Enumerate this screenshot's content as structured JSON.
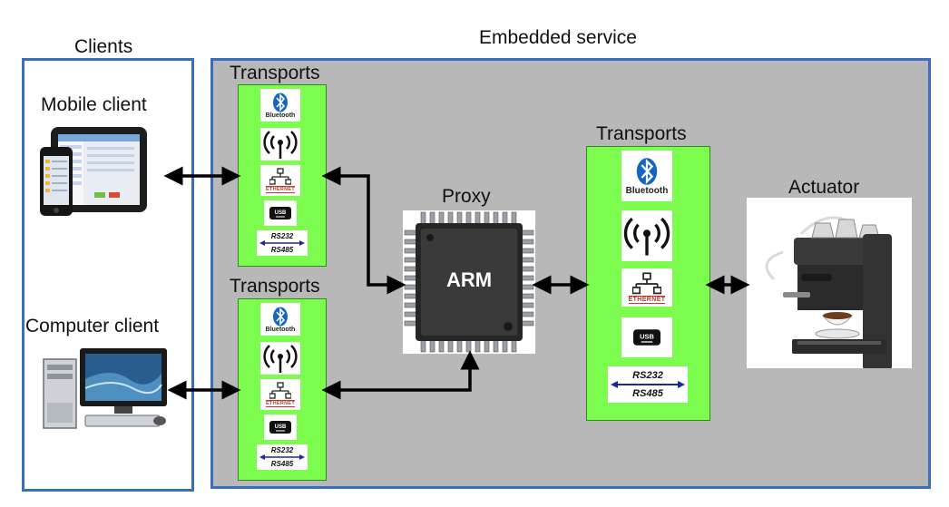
{
  "clients": {
    "title": "Clients",
    "mobile_label": "Mobile client",
    "computer_label": "Computer client"
  },
  "service": {
    "title": "Embedded service",
    "proxy_label": "Proxy",
    "chip_text": "ARM",
    "actuator_label": "Actuator"
  },
  "transports": {
    "label": "Transports",
    "bluetooth": "Bluetooth",
    "ethernet": "ETHERNET",
    "usb": "USB",
    "rs232": "RS232",
    "rs485": "RS485"
  },
  "colors": {
    "box_border": "#3a6fbf",
    "service_bg": "#b8b8b8",
    "transport_bg": "#7cfc4e",
    "arrow": "#000000"
  }
}
